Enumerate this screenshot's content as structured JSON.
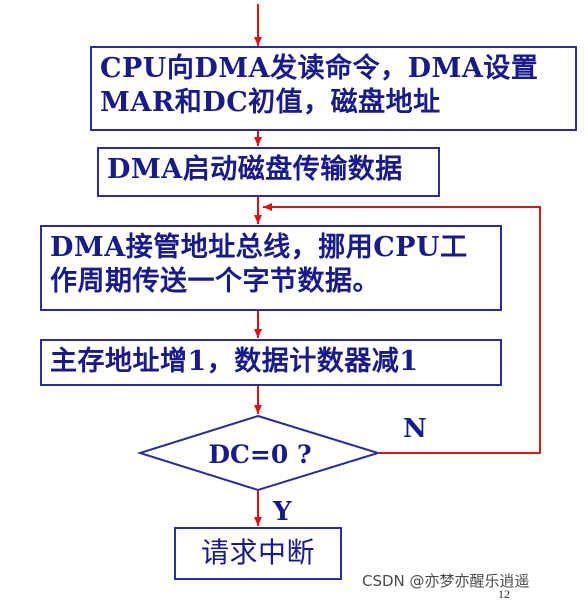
{
  "flowchart": {
    "steps": [
      {
        "line1": "CPU向DMA发读命令，DMA设置",
        "line2": "MAR和DC初值，磁盘地址"
      },
      {
        "line1": "DMA启动磁盘传输数据"
      },
      {
        "line1": "DMA接管地址总线，挪用CPU工",
        "line2": "作周期传送一个字节数据。"
      },
      {
        "line1": "主存地址增1，数据计数器减1"
      }
    ],
    "decision": "DC=0 ?",
    "branch_no": "N",
    "branch_yes": "Y",
    "end": "请求中断"
  },
  "colors": {
    "box_border": "#2b2ba6",
    "text": "#1a1a8c",
    "arrow": "#e01010",
    "loop_line": "#c81e1e"
  },
  "footer": {
    "watermark": "CSDN @亦梦亦醒乐逍遥",
    "page_number": "12"
  }
}
